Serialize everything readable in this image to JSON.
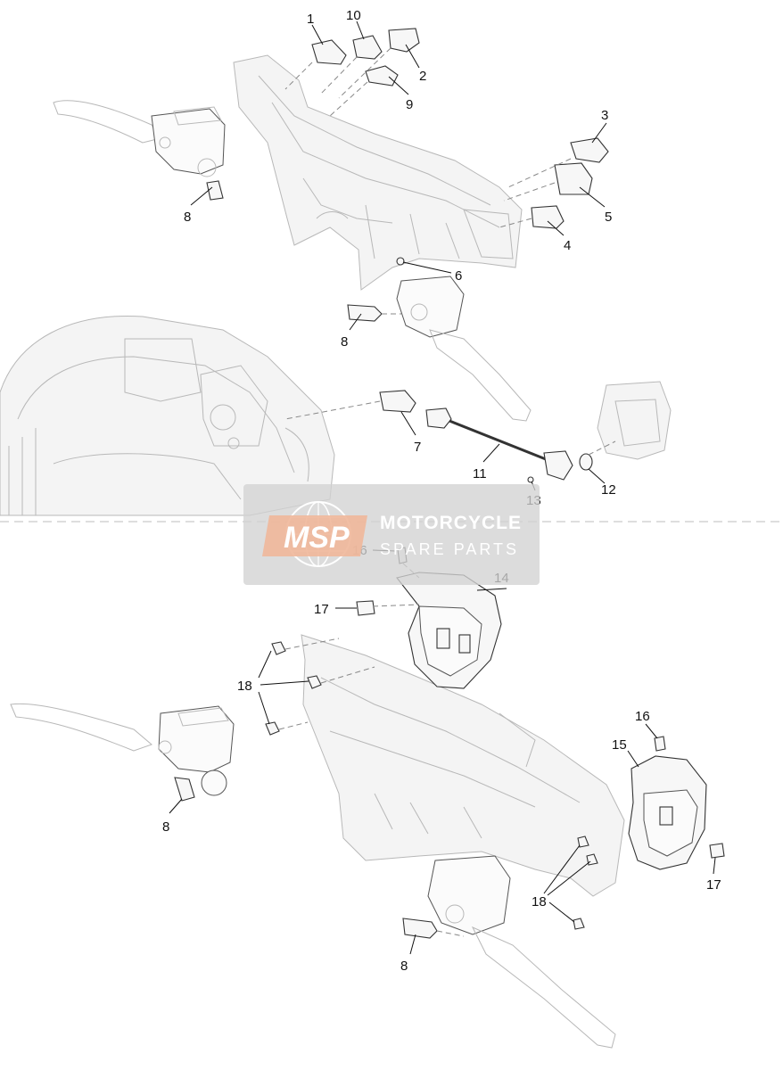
{
  "watermark": {
    "logo_text": "MSP",
    "line1": "MOTORCYCLE",
    "line2": "SPARE PARTS"
  },
  "callouts": [
    {
      "id": "1",
      "label": "1"
    },
    {
      "id": "10",
      "label": "10"
    },
    {
      "id": "2",
      "label": "2"
    },
    {
      "id": "9",
      "label": "9"
    },
    {
      "id": "3",
      "label": "3"
    },
    {
      "id": "5",
      "label": "5"
    },
    {
      "id": "4",
      "label": "4"
    },
    {
      "id": "6",
      "label": "6"
    },
    {
      "id": "8a",
      "label": "8"
    },
    {
      "id": "8b",
      "label": "8"
    },
    {
      "id": "7",
      "label": "7"
    },
    {
      "id": "11",
      "label": "11"
    },
    {
      "id": "12",
      "label": "12"
    },
    {
      "id": "13",
      "label": "13"
    },
    {
      "id": "16a",
      "label": "16"
    },
    {
      "id": "14",
      "label": "14"
    },
    {
      "id": "17a",
      "label": "17"
    },
    {
      "id": "18a",
      "label": "18"
    },
    {
      "id": "16b",
      "label": "16"
    },
    {
      "id": "15",
      "label": "15"
    },
    {
      "id": "8c",
      "label": "8"
    },
    {
      "id": "17b",
      "label": "17"
    },
    {
      "id": "18b",
      "label": "18"
    },
    {
      "id": "8d",
      "label": "8"
    }
  ]
}
